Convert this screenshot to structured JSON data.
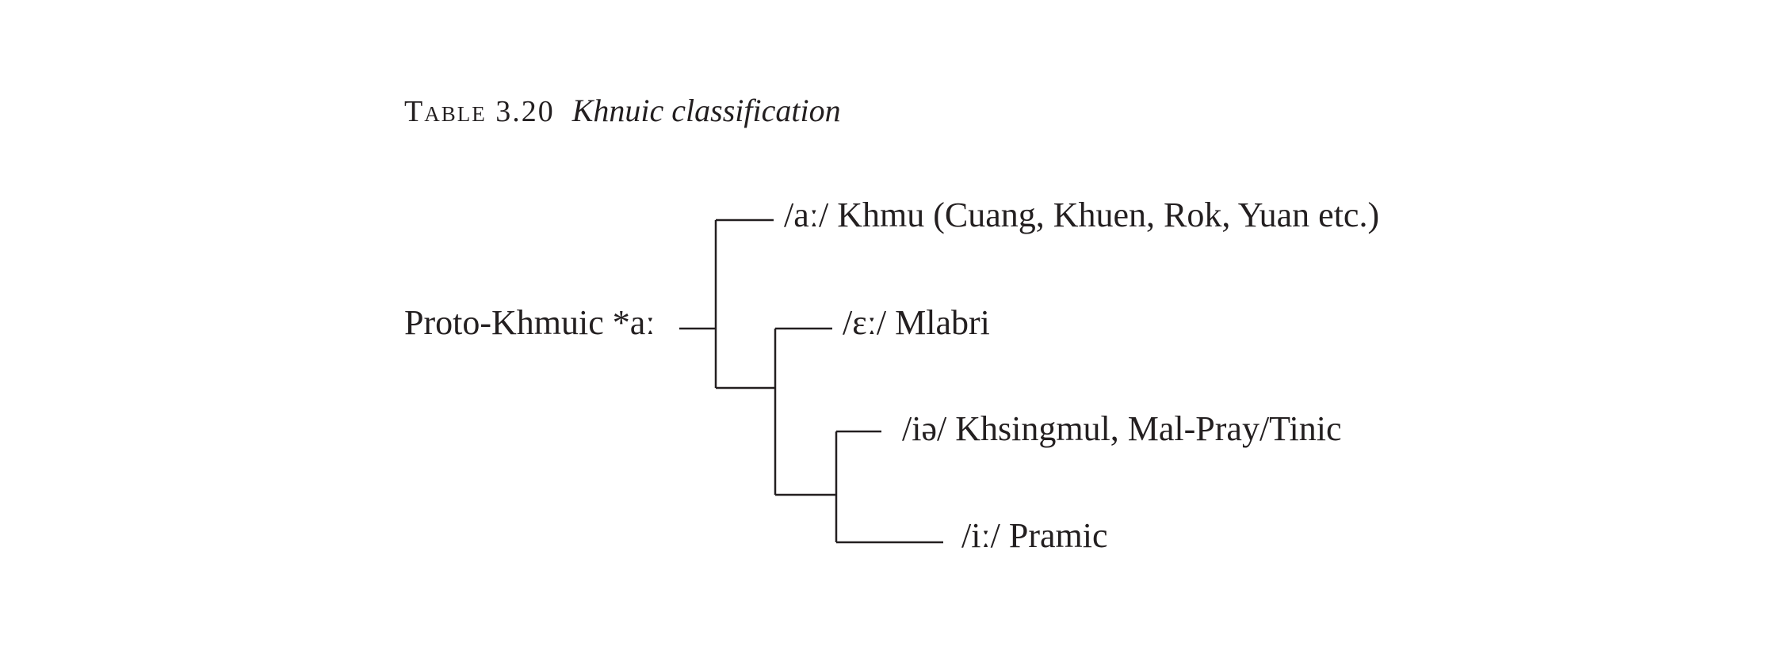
{
  "caption": {
    "label": "Table 3.20",
    "title": "Khnuic classification"
  },
  "tree": {
    "root": "Proto-Khmuic *aː",
    "leaves": [
      {
        "text": "/aː/ Khmu (Cuang, Khuen, Rok, Yuan etc.)"
      },
      {
        "text": "/ɛː/ Mlabri"
      },
      {
        "text": "/iə/ Khsingmul, Mal-Pray/Tinic"
      },
      {
        "text": "/iː/ Pramic"
      }
    ]
  },
  "colors": {
    "ink": "#231f20",
    "background": "#ffffff"
  }
}
